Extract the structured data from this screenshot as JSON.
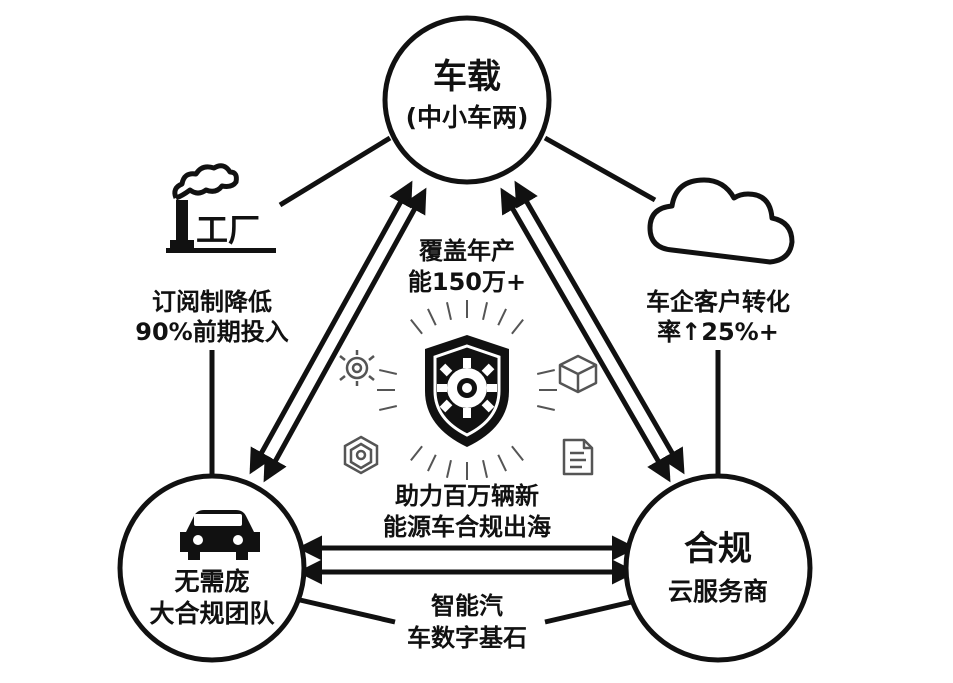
{
  "nodes": {
    "top": {
      "title": "车载",
      "subtitle": "(中小车两)"
    },
    "left": {
      "line1": "无需庞",
      "line2": "大合规团队"
    },
    "right": {
      "title": "合规",
      "subtitle": "云服务商"
    }
  },
  "side_labels": {
    "left": {
      "icon_text": "工厂",
      "line1": "订阅制降低",
      "line2": "90%前期投入"
    },
    "right": {
      "line1": "车企客户转化",
      "line2": "率↑25%+"
    }
  },
  "center": {
    "top": {
      "line1": "覆盖年产",
      "line2": "能150万+"
    },
    "bottom": {
      "line1": "助力百万辆新",
      "line2": "能源车合规出海"
    }
  },
  "bottom_label": {
    "line1": "智能汽",
    "line2": "车数字基石"
  },
  "icons": {
    "factory": "factory-icon",
    "cloud": "cloud-icon",
    "car": "car-icon",
    "shield": "shield-gear-icon",
    "gear_cluster": "gear-cluster-icon",
    "cube": "cube-icon",
    "hexagon": "hexagon-icon",
    "document": "document-icon"
  },
  "colors": {
    "ink": "#111111",
    "background": "#ffffff",
    "muted": "#555555"
  }
}
